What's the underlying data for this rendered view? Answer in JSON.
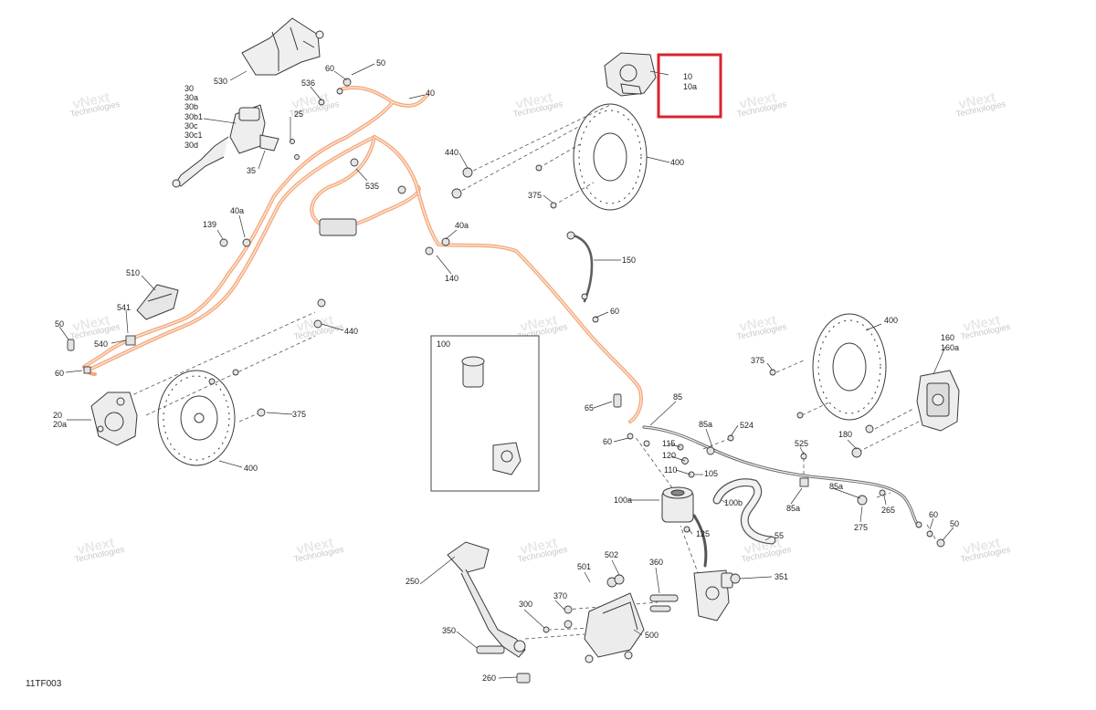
{
  "figure_code": "11TF003",
  "watermark": {
    "line1": "vNext",
    "line2": "Technologies",
    "inline": "vNext Technologies"
  },
  "colors": {
    "brake_line": "#f3a87c",
    "brake_line_core": "#fde3d4",
    "highlight": "#d9232d",
    "part_stroke": "#3a3a3a",
    "part_fill": "#efefef",
    "label": "#222222"
  },
  "highlight_labels": [
    "10",
    "10a"
  ],
  "labels": {
    "l530": "530",
    "l30": "30",
    "l30a": "30a",
    "l30b": "30b",
    "l30b1": "30b1",
    "l30c": "30c",
    "l30c1": "30c1",
    "l30d": "30d",
    "l25": "25",
    "l35": "35",
    "l60a": "60",
    "l50a": "50",
    "l536": "536",
    "l40": "40",
    "l535": "535",
    "l139": "139",
    "l40a1": "40a",
    "l40a2": "40a",
    "l140": "140",
    "l510": "510",
    "l541": "541",
    "l540": "540",
    "l50b": "50",
    "l60b": "60",
    "l440a": "440",
    "l20": "20",
    "l20a": "20a",
    "l375a": "375",
    "l400a": "400",
    "l440b": "440",
    "l400b": "400",
    "l375b": "375",
    "l150": "150",
    "l60c": "60",
    "l100": "100",
    "l65": "65",
    "l60d": "60",
    "l85": "85",
    "l85a1": "85a",
    "l524": "524",
    "l115": "115",
    "l120": "120",
    "l110": "110",
    "l105": "105",
    "l100a": "100a",
    "l100b": "100b",
    "l125": "125",
    "l525": "525",
    "l85a2": "85a",
    "l85a3": "85a",
    "l275": "275",
    "l265": "265",
    "l60e": "60",
    "l50c": "50",
    "l180": "180",
    "l160": "160",
    "l160a": "160a",
    "l400c": "400",
    "l375c": "375",
    "l55": "55",
    "l250": "250",
    "l501": "501",
    "l502": "502",
    "l360": "360",
    "l351": "351",
    "l370": "370",
    "l300": "300",
    "l350": "350",
    "l500": "500",
    "l260": "260"
  }
}
